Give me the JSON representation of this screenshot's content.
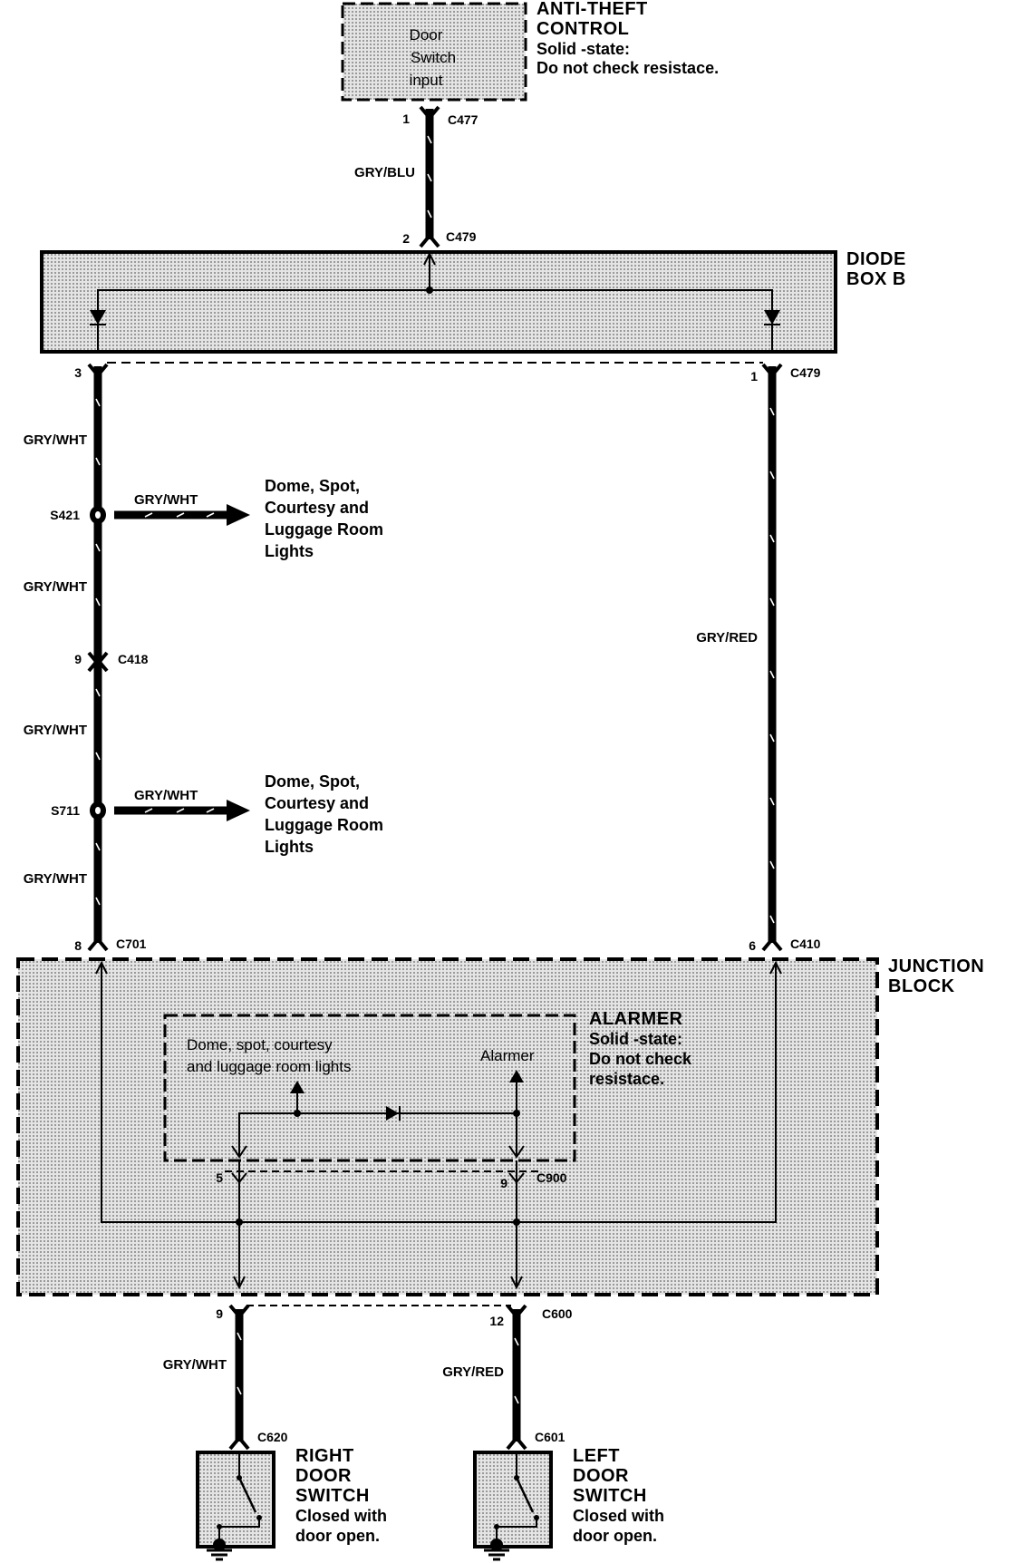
{
  "colors": {
    "ink": "#000000",
    "shade": "#c8c8c8",
    "paper": "#ffffff"
  },
  "components": {
    "anti_theft": {
      "title_1": "ANTI-THEFT",
      "title_2": "CONTROL",
      "note_1": "Solid -state:",
      "note_2": "Do not check resistace.",
      "inner_1": "Door",
      "inner_2": "Switch",
      "inner_3": "input"
    },
    "diode_box": {
      "title_1": "DIODE",
      "title_2": "BOX B"
    },
    "junction_block": {
      "title_1": "JUNCTION",
      "title_2": "BLOCK"
    },
    "alarmer": {
      "title": "ALARMER",
      "note_1": "Solid -state:",
      "note_2": "Do not check",
      "note_3": "resistace.",
      "inner_lights_1": "Dome, spot, courtesy",
      "inner_lights_2": "and luggage room lights",
      "inner_alarmer": "Alarmer"
    },
    "right_switch": {
      "title_1": "RIGHT",
      "title_2": "DOOR",
      "title_3": "SWITCH",
      "note_1": "Closed with",
      "note_2": "door open."
    },
    "left_switch": {
      "title_1": "LEFT",
      "title_2": "DOOR",
      "title_3": "SWITCH",
      "note_1": "Closed with",
      "note_2": "door open."
    }
  },
  "connectors": {
    "c477": {
      "pin": "1",
      "name": "C477"
    },
    "c479_top": {
      "pin": "2",
      "name": "C479"
    },
    "c479_left": {
      "pin": "3"
    },
    "c479_right": {
      "pin": "1",
      "name": "C479"
    },
    "c418": {
      "pin": "9",
      "name": "C418"
    },
    "c701": {
      "pin": "8",
      "name": "C701"
    },
    "c410": {
      "pin": "6",
      "name": "C410"
    },
    "c900_left": {
      "pin": "5"
    },
    "c900_right": {
      "pin": "9",
      "name": "C900"
    },
    "c600_left": {
      "pin": "9"
    },
    "c600_right": {
      "pin": "12",
      "name": "C600"
    },
    "c620": {
      "name": "C620"
    },
    "c601": {
      "name": "C601"
    }
  },
  "splices": {
    "s421": "S421",
    "s711": "S711"
  },
  "wires": {
    "gry_blu": "GRY/BLU",
    "gry_wht": "GRY/WHT",
    "gry_red": "GRY/RED"
  },
  "branches": {
    "upper": {
      "line_1": "Dome, Spot,",
      "line_2": "Courtesy and",
      "line_3": "Luggage Room",
      "line_4": "Lights"
    },
    "lower": {
      "line_1": "Dome, Spot,",
      "line_2": "Courtesy and",
      "line_3": "Luggage Room",
      "line_4": "Lights"
    }
  }
}
